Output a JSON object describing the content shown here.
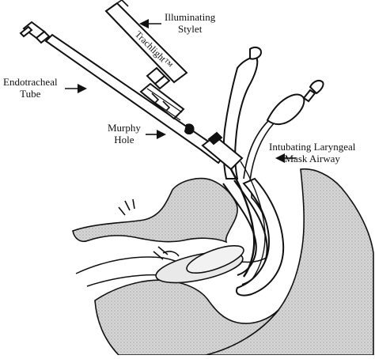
{
  "labels": {
    "stylet_line1": "Illuminating",
    "stylet_line2": "Stylet",
    "ett_line1": "Endotracheal",
    "ett_line2": "Tube",
    "murphy_line1": "Murphy",
    "murphy_line2": "Hole",
    "ilma_line1": "Intubating Laryngeal",
    "ilma_line2": "Mask Airway"
  },
  "brand_text": "Trachlight™",
  "colors": {
    "tissue": "#cfcfcf",
    "ink": "#111111",
    "background": "#ffffff"
  }
}
